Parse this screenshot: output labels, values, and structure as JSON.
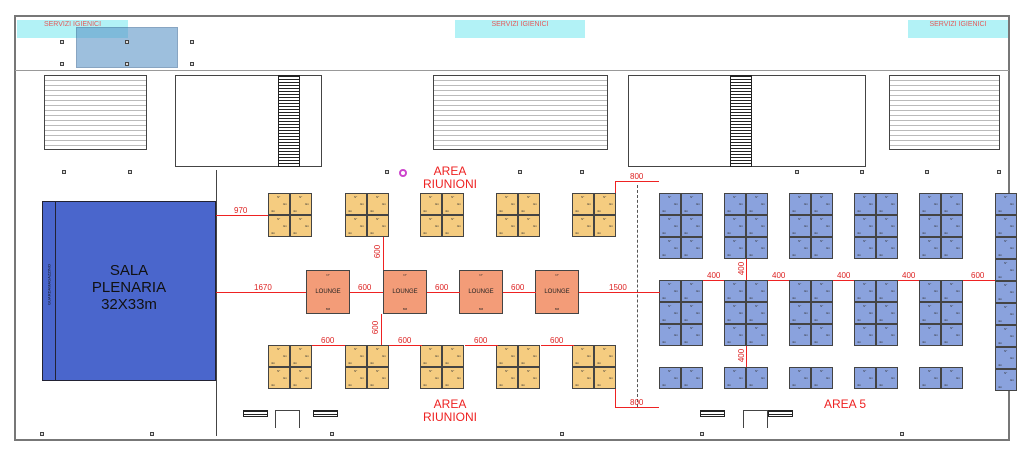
{
  "plan": {
    "service_label": "SERVIZI IGIENICI",
    "plenary": {
      "title_lines": [
        "SALA",
        "PLENARIA",
        "32X33m"
      ],
      "side_label": "GUARDAMAGAZZINO"
    },
    "areas": {
      "meeting_top": [
        "AREA",
        "RIUNIONI"
      ],
      "meeting_bottom": [
        "AREA",
        "RIUNIONI"
      ],
      "area5": "AREA 5"
    },
    "lounge_label": "LOUNGE",
    "lounge_count": 4,
    "booth_cell_labels": {
      "number": "N°",
      "size": "4m"
    },
    "lounge_cell_labels": {
      "number": "N°",
      "size": "8M"
    },
    "dimensions": {
      "plenary_to_top_booth": "970",
      "plenary_to_lounge": "1670",
      "lounge_gap": "600",
      "booth_gap": "600",
      "vertical_gap": "600",
      "lounge_to_area5": "1500",
      "corridor": "800",
      "area5_gap": "400",
      "area5_vertical": "400",
      "area5_last_gap": "600"
    },
    "colors": {
      "meeting_booth": "#f5cc80",
      "lounge": "#f39c78",
      "area5_booth": "#8aa2dd",
      "plenary": "#4a66cc",
      "dimension": "#e22222"
    }
  }
}
